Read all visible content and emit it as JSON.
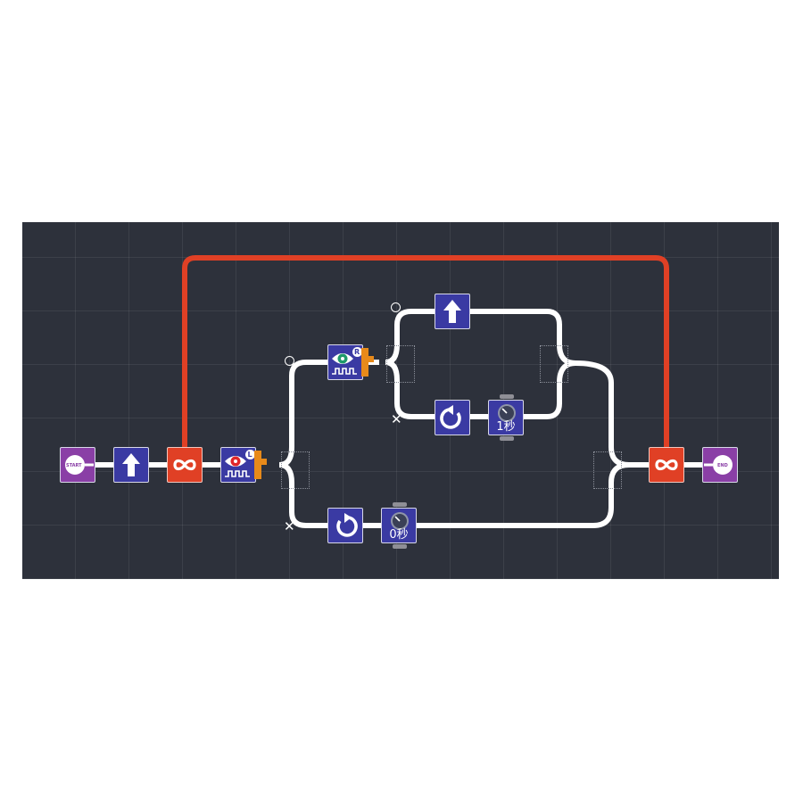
{
  "program": {
    "start_label": "START",
    "end_label": "END",
    "timer_outer_label": "0秒",
    "timer_inner_label": "1秒",
    "sensor_left_badge": "L",
    "sensor_right_badge": "R",
    "colors": {
      "canvas": "#2d313b",
      "block_blue": "#3a3aa3",
      "block_purple": "#8a3fa6",
      "loop_red": "#e04025",
      "sensor_orange": "#e88a1a",
      "wire": "#ffffff"
    },
    "icons": [
      "start-icon",
      "forward-arrow-icon",
      "infinity-loop-icon",
      "eye-sensor-left-icon",
      "turn-left-icon",
      "timer-clock-icon",
      "eye-sensor-right-icon",
      "turn-right-icon",
      "end-icon"
    ]
  }
}
